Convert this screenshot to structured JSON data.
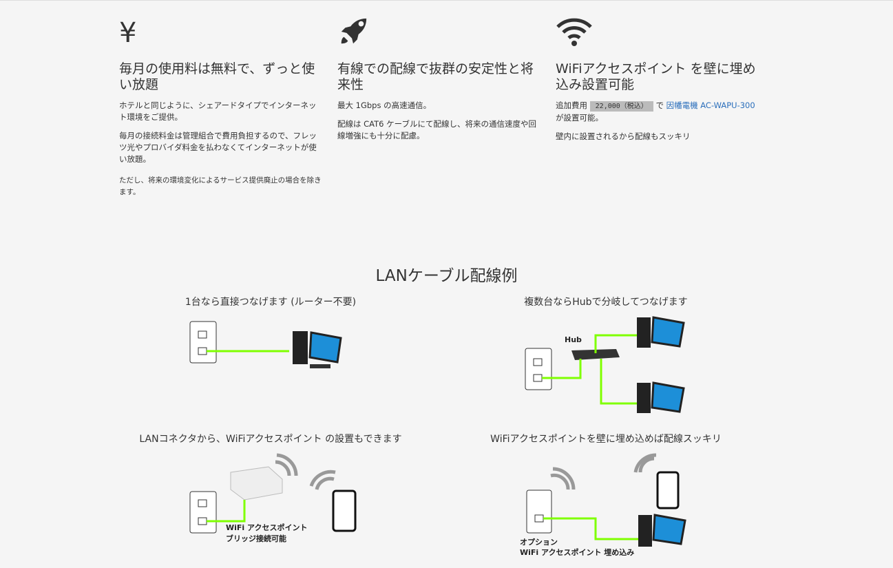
{
  "features": [
    {
      "icon": "yen-icon",
      "glyph": "¥",
      "title": "毎月の使用料は無料で、ずっと使い放題",
      "paragraphs": [
        "ホテルと同じように、シェアードタイプでインターネット環境をご提供。",
        "毎月の接続料金は管理組合で費用負担するので、フレッツ光やプロバイダ料金を払わなくてインターネットが使い放題。"
      ],
      "note": "ただし、将来の環境変化によるサービス提供廃止の場合を除きます。"
    },
    {
      "icon": "rocket-icon",
      "glyph": "🚀",
      "title": "有線での配線で抜群の安定性と将来性",
      "paragraphs": [
        "最大 1Gbps の高速通信。",
        "配線は CAT6 ケーブルにて配線し、将来の通信速度や回線増強にも十分に配慮。"
      ]
    },
    {
      "icon": "wifi-icon",
      "title": "WiFiアクセスポイント を壁に埋め込み設置可能",
      "cost_prefix": "追加費用",
      "cost": "22,000（税込）",
      "cost_mid": "で",
      "link": "因幡電機 AC-WAPU-300",
      "cost_suffix": "が設置可能。",
      "paragraph2": "壁内に設置されるから配線もスッキリ"
    }
  ],
  "section": {
    "title": "LANケーブル配線例",
    "examples": [
      {
        "caption": "1台なら直接つなげます (ルーター不要)"
      },
      {
        "caption": "複数台ならHubで分岐してつなげます",
        "hub_label": "Hub"
      },
      {
        "caption": "LANコネクタから、WiFiアクセスポイント の設置もできます",
        "label1": "WiFi アクセスポイント",
        "label2": "ブリッジ接続可能"
      },
      {
        "caption": "WiFiアクセスポイントを壁に埋め込めば配線スッキリ",
        "label1": "オプション",
        "label2": "WiFi アクセスポイント 埋め込み"
      }
    ]
  },
  "colors": {
    "cable": "#7fff00",
    "link": "#2a6ebb"
  }
}
